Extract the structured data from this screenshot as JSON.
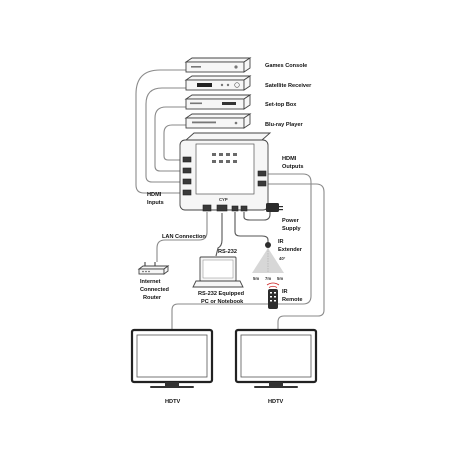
{
  "devices": {
    "games_console": "Games Console",
    "satellite_receiver": "Satellite Receiver",
    "set_top_box": "Set-top Box",
    "bluray_player": "Blu-ray Player"
  },
  "labels": {
    "hdmi_inputs_line1": "HDMI",
    "hdmi_inputs_line2": "Inputs",
    "hdmi_outputs_line1": "HDMI",
    "hdmi_outputs_line2": "Outputs",
    "power_supply_line1": "Power",
    "power_supply_line2": "Supply",
    "ir_extender_line1": "IR",
    "ir_extender_line2": "Extender",
    "ir_angle": "40°",
    "ir_range_left": "5m",
    "ir_range_mid": "7m",
    "ir_range_right": "5m",
    "ir_remote_line1": "IR",
    "ir_remote_line2": "Remote",
    "lan_connection": "LAN Connection",
    "rs232": "RS-232",
    "router_line1": "Internet",
    "router_line2": "Connected",
    "router_line3": "Router",
    "pc_line1": "RS-232 Equipped",
    "pc_line2": "PC or Notebook",
    "hdtv_left": "HDTV",
    "hdtv_right": "HDTV",
    "matrix_brand": "CYP"
  },
  "colors": {
    "cable": "#8a8a8a",
    "device_fill": "#f6f6f6",
    "device_stroke": "#444444",
    "ir_beam": "#d0d0d0"
  },
  "icons": [
    "games-console-icon",
    "satellite-receiver-icon",
    "set-top-box-icon",
    "bluray-player-icon",
    "hdmi-matrix-icon",
    "power-adapter-icon",
    "ir-extender-icon",
    "ir-remote-icon",
    "router-icon",
    "laptop-icon",
    "hdtv-icon"
  ]
}
